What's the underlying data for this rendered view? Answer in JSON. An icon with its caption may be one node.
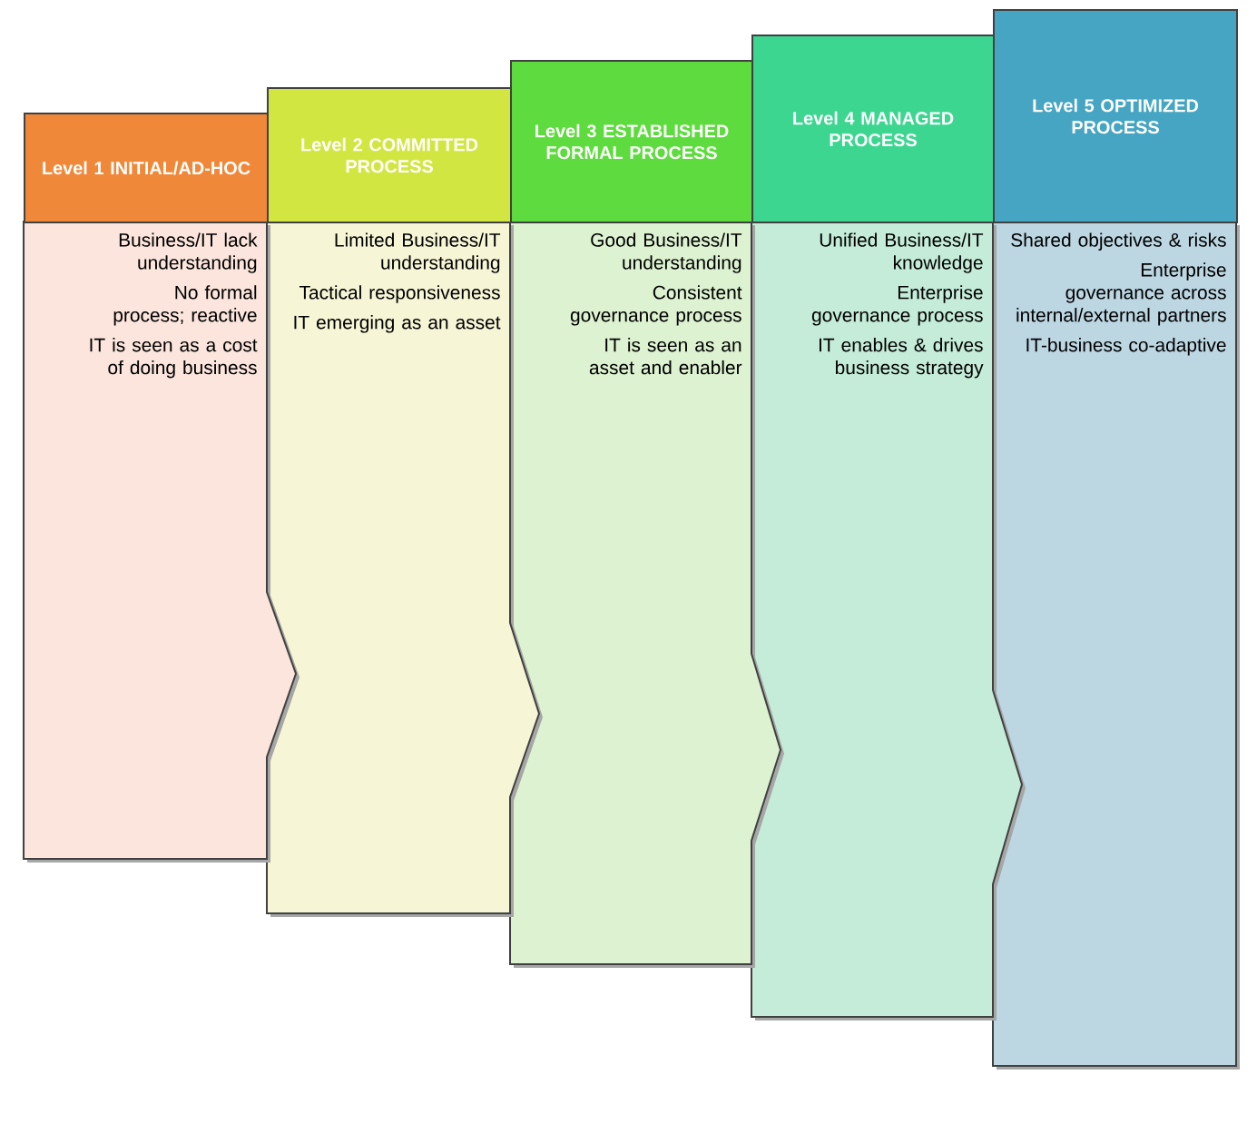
{
  "diagram": {
    "nodes": [
      {
        "text": [
          "Level 1 INITIAL/AD-HOC",
          "Business/IT lack understanding",
          "No formal process; reactive",
          "IT is seen as a cost of doing business"
        ]
      },
      {
        "text": [
          "Level 2 COMMITTED PROCESS",
          "Limited Business/IT understanding",
          "Tactical responsiveness",
          "IT emerging as an asset"
        ]
      },
      {
        "text": [
          "Level 3 ESTABLISHED FORMAL PROCESS",
          "Good Business/IT understanding",
          "Consistent governance process",
          "IT is seen as an asset and enabler"
        ]
      },
      {
        "text": [
          "Level 4 MANAGED PROCESS",
          "Unified Business/IT knowledge",
          "Enterprise governance process",
          "IT enables & drives business strategy"
        ]
      },
      {
        "text": [
          "Level 5 OPTIMIZED PROCESS",
          "Shared objectives & risks",
          "Enterprise governance across internal/external partners",
          "IT-business co-adaptive"
        ]
      }
    ]
  }
}
